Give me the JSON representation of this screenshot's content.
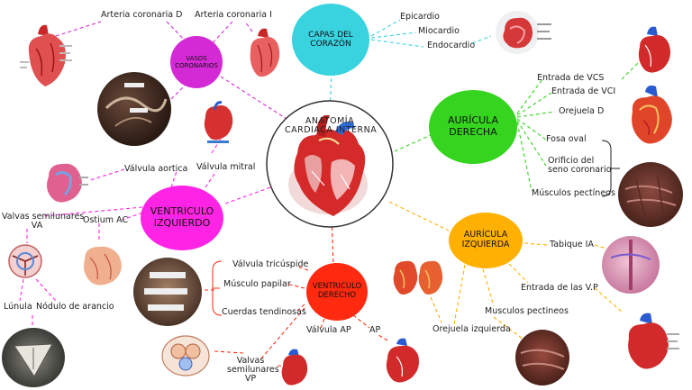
{
  "center": {
    "title_line1": "ANATOMÍA",
    "title_line2": "CARDIACA INTERNA"
  },
  "nodes": {
    "vasos": {
      "line1": "VASOS",
      "line2": "CORONARIOS",
      "color": "#d42ad6"
    },
    "capas": {
      "line1": "CAPAS DEL",
      "line2": "CORAZÓN",
      "color": "#39d3e0"
    },
    "auricula_derecha": {
      "line1": "AURÍCULA",
      "line2": "DERECHA",
      "color": "#35d41e"
    },
    "ventriculo_izquierdo": {
      "line1": "VENTRICULO",
      "line2": "IZQUIERDO",
      "color": "#ff24e5"
    },
    "auricula_izquierda": {
      "line1": "AURÍCULA",
      "line2": "IZQUIERDA",
      "color": "#ffb000"
    },
    "ventriculo_derecho": {
      "line1": "VENTRICULO",
      "line2": "DERECHO",
      "color": "#ff2a10"
    }
  },
  "labels": {
    "arteria_d": "Arteria coronaria D",
    "arteria_i": "Arteria coronaria I",
    "epicardio": "Epicardio",
    "miocardio": "Miocardio",
    "endocardio": "Endocardio",
    "entrada_vcs": "Entrada de VCS",
    "entrada_vci": "Entrada de VCI",
    "orejuela_d": "Orejuela D",
    "fosa_oval": "Fosa oval",
    "orificio_1": "Orificio del",
    "orificio_2": "seno coronario",
    "musculos_pectineos_d": "Músculos pectíneos",
    "valvula_aortica": "Válvula aortica",
    "valvula_mitral": "Válvula mitral",
    "valvas_semilunares_1": "Valvas semilunares",
    "valvas_semilunares_2": "VA",
    "ostium": "Ostium AC",
    "lunula": "Lúnula",
    "nodulo": "Nódulo de arancio",
    "valvula_tricuspide": "Válvula tricúspide",
    "musculo_papilar": "Músculo papilar",
    "cuerdas": "Cuerdas tendinosas",
    "valvula_ap": "Válvula AP",
    "ap": "AP",
    "valvas_vp_1": "Valvas",
    "valvas_vp_2": "semilunares",
    "valvas_vp_3": "VP",
    "tabique_ia": "Tabique IA",
    "entrada_vp": "Entrada de las V.P",
    "musculos_pectineos_i": "Musculos pectineos",
    "orejuela_i": "Orejuela izquierda"
  },
  "colors": {
    "magenta": "#d42ad6",
    "cyan": "#39d3e0",
    "green": "#35d41e",
    "pink": "#ff24e5",
    "orange": "#ffb000",
    "red": "#ff2a10"
  },
  "icons": [
    "heart-illustration-icon",
    "valve-illustration-icon",
    "tissue-photo-icon"
  ]
}
